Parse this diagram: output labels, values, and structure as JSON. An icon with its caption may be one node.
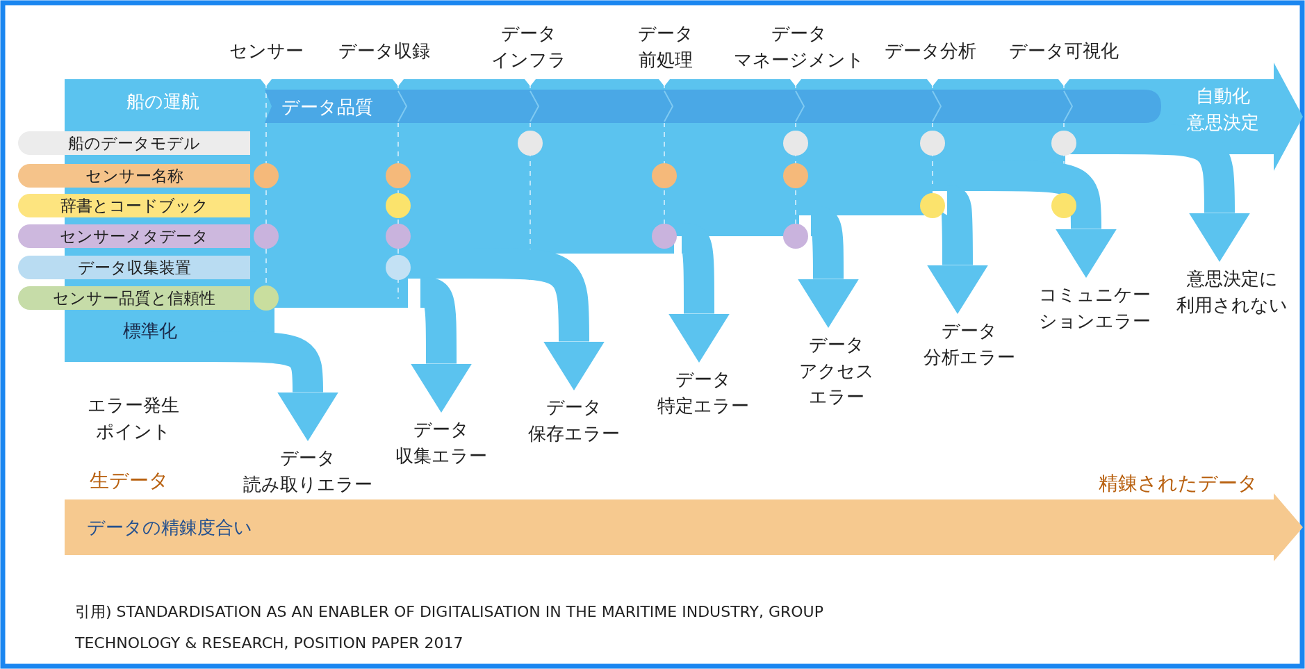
{
  "diagram": {
    "caption": "引用) STANDARDISATION AS AN ENABLER OF DIGITALISATION IN THE MARITIME INDUSTRY, GROUP TECHNOLOGY & RESEARCH, POSITION PAPER 2017",
    "nodes": [
      {
        "text": [
          "船の運航",
          "標準化",
          "自動化意思決定"
        ]
      },
      {
        "text": [
          "データ品質"
        ],
        "in": 0
      },
      {
        "text": [
          "船のデータモデル"
        ]
      },
      {
        "text": [
          "センサー名称"
        ]
      },
      {
        "text": [
          "辞書とコードブック"
        ]
      },
      {
        "text": [
          "センサーメタデータ"
        ]
      },
      {
        "text": [
          "データ収集装置"
        ]
      },
      {
        "text": [
          "センサー品質と信頼性"
        ]
      },
      {
        "text": [],
        "shape": "circle",
        "in": 0
      },
      {
        "text": [],
        "shape": "circle",
        "in": 0
      },
      {
        "text": [],
        "shape": "circle",
        "in": 0
      },
      {
        "text": [],
        "shape": "circle",
        "in": 0
      },
      {
        "text": [],
        "shape": "circle",
        "in": 0
      },
      {
        "text": [],
        "shape": "circle",
        "in": 0
      },
      {
        "text": [],
        "shape": "circle",
        "in": 0
      },
      {
        "text": [],
        "shape": "circle",
        "in": 0
      },
      {
        "text": [],
        "shape": "circle",
        "in": 0
      },
      {
        "text": [],
        "shape": "circle",
        "in": 0
      },
      {
        "text": [],
        "shape": "circle",
        "in": 0
      },
      {
        "text": [],
        "shape": "circle",
        "in": 0
      },
      {
        "text": [],
        "shape": "circle",
        "in": 0
      },
      {
        "text": [],
        "shape": "circle",
        "in": 0
      },
      {
        "text": [],
        "shape": "circle",
        "in": 0
      },
      {
        "text": [],
        "shape": "circle",
        "in": 0
      },
      {
        "text": [],
        "shape": "circle",
        "in": 0
      },
      {
        "text": [
          "データ読み取りエラー"
        ]
      },
      {
        "text": [
          "データ収集エラー"
        ]
      },
      {
        "text": [
          "データ保存エラー"
        ]
      },
      {
        "text": [
          "データ特定エラー"
        ]
      },
      {
        "text": [
          "データアクセスエラー"
        ]
      },
      {
        "text": [
          "データ分析エラー"
        ]
      },
      {
        "text": [
          "コミュニケーションエラー"
        ]
      },
      {
        "text": [
          "意思決定に利用されない"
        ]
      },
      {
        "text": [
          "データの精錬度合い"
        ]
      }
    ],
    "edges": [
      {
        "from": 0,
        "to": 25,
        "arrow": "to"
      },
      {
        "from": 0,
        "to": 26,
        "arrow": "to"
      },
      {
        "from": 0,
        "to": 27,
        "arrow": "to"
      },
      {
        "from": 0,
        "to": 28,
        "arrow": "to"
      },
      {
        "from": 0,
        "to": 29,
        "arrow": "to"
      },
      {
        "from": 0,
        "to": 30,
        "arrow": "to"
      },
      {
        "from": 0,
        "to": 31,
        "arrow": "to"
      },
      {
        "from": 0,
        "to": 32,
        "arrow": "to"
      }
    ],
    "labels": [
      "センサー",
      "データ収録",
      "データインフラ",
      "データ前処理",
      "データマネージメント",
      "データ分析",
      "データ可視化",
      "エラー発生ポイント",
      "生データ",
      "精錬されたデータ"
    ]
  }
}
